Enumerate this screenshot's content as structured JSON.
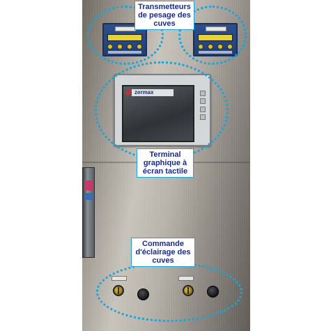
{
  "callouts": {
    "transmitters": "Transmetteurs de pesage des cuves",
    "terminal": "Terminal graphique à écran tactile",
    "lighting": "Commande d'éclairage des cuves"
  },
  "hmi": {
    "brand": "zermax"
  },
  "colors": {
    "annotation_accent": "#1ca3d8",
    "annotation_text": "#1a2a8c",
    "transmitter_body": "#2c4f8f",
    "transmitter_display": "#e5d23a"
  },
  "icons": {
    "transmitter_left": "weighing-transmitter-icon",
    "transmitter_right": "weighing-transmitter-icon",
    "key_switch": "key-switch-icon",
    "knob": "rotary-knob-icon"
  }
}
